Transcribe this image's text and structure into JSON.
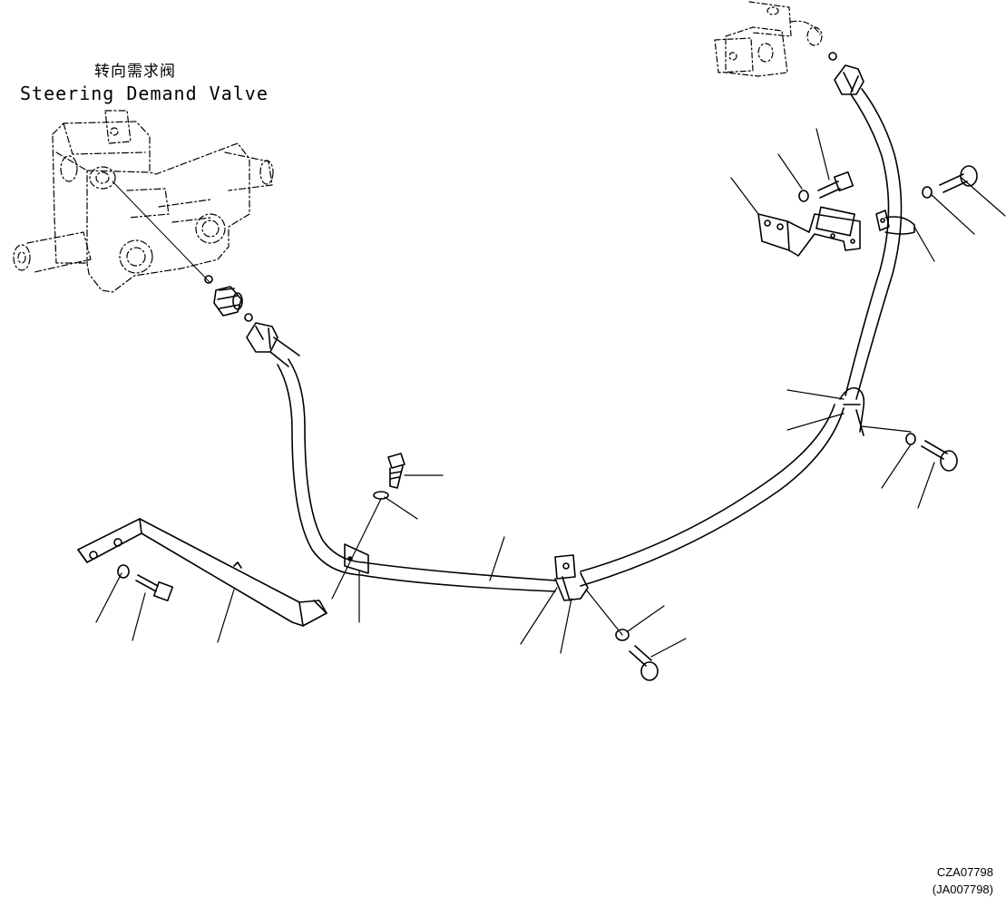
{
  "titles": {
    "chinese": "转向需求阀",
    "english": "Steering Demand Valve"
  },
  "drawing_codes": {
    "primary": "CZA07798",
    "secondary": "(JA007798)"
  },
  "colors": {
    "ink": "#000000",
    "hidden_line": "#000000",
    "background": "#ffffff"
  },
  "parts": [
    "steering-demand-valve",
    "adapter-fitting",
    "o-ring",
    "hydraulic-hose",
    "hose-clamp",
    "mounting-bracket",
    "bolt",
    "washer",
    "upper-connector-block"
  ]
}
